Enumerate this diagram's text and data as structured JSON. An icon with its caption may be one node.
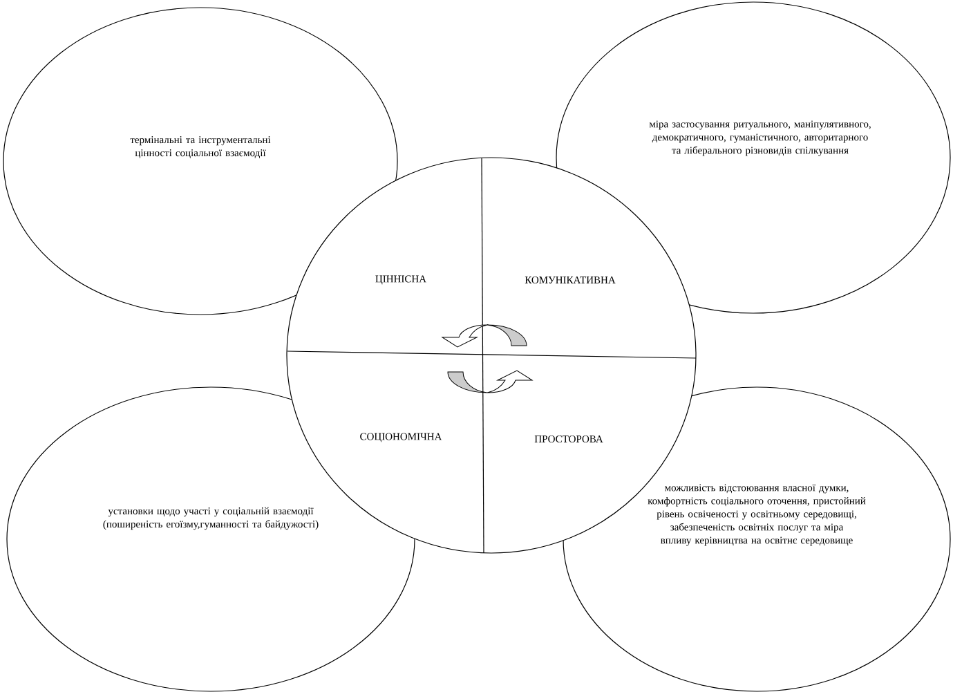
{
  "diagram": {
    "nodes": [
      {
        "text": [
          "термінальні та інструментальні цінності соціальної взаємодії"
        ]
      },
      {
        "text": [
          "міра застосування ритуального, маніпулятивного, демократичного, гуманістичного, авторитарного та ліберального різновидів спілкування"
        ]
      },
      {
        "text": [
          "ЦІННІСНА",
          "КОМУНІКАТИВНА",
          "СОЦІОНОМІЧНА",
          "ПРОСТОРОВА"
        ]
      },
      {
        "text": [
          "установки щодо участі у соціальній взаємодії (поширеність егоїзму,гуманності та байдужості)"
        ]
      },
      {
        "text": [
          "можливість відстоювання власної думки, комфортність соціального оточення, пристойний рівень освіченості у освітньому середовищі, забезпеченість освітніх послуг та міра впливу керівництва на освітнє середовище"
        ]
      }
    ]
  }
}
